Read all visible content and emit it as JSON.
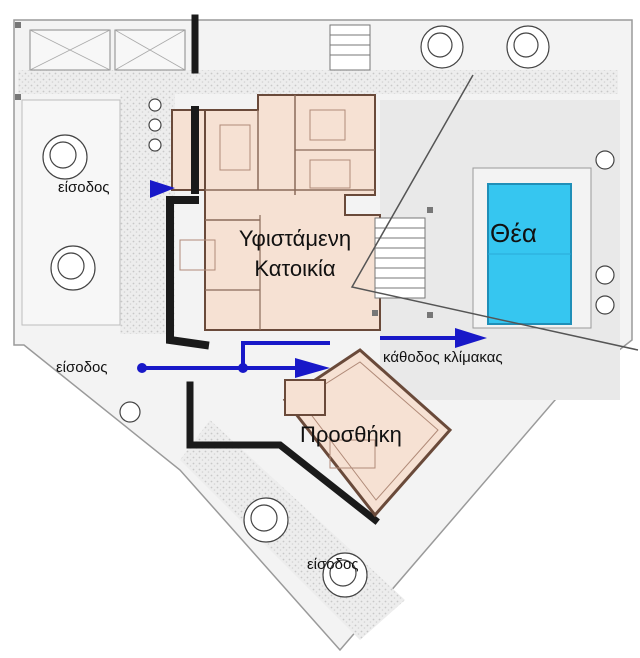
{
  "labels": {
    "existing_house_line1": "Υφιστάμενη",
    "existing_house_line2": "Κατοικία",
    "addition": "Προσθήκη",
    "view": "Θέα",
    "entrance_left_upper": "είσοδος",
    "entrance_left_lower": "είσοδος",
    "entrance_bottom": "είσοδος",
    "stair_descent": "κάθοδος κλίμακας"
  },
  "colors": {
    "background": "#ffffff",
    "paving": "#e9e9e9",
    "room_fill": "#f6e1d3",
    "wall": "#1a1a1a",
    "pool": "#36c6f0",
    "arrow": "#1818c8"
  }
}
